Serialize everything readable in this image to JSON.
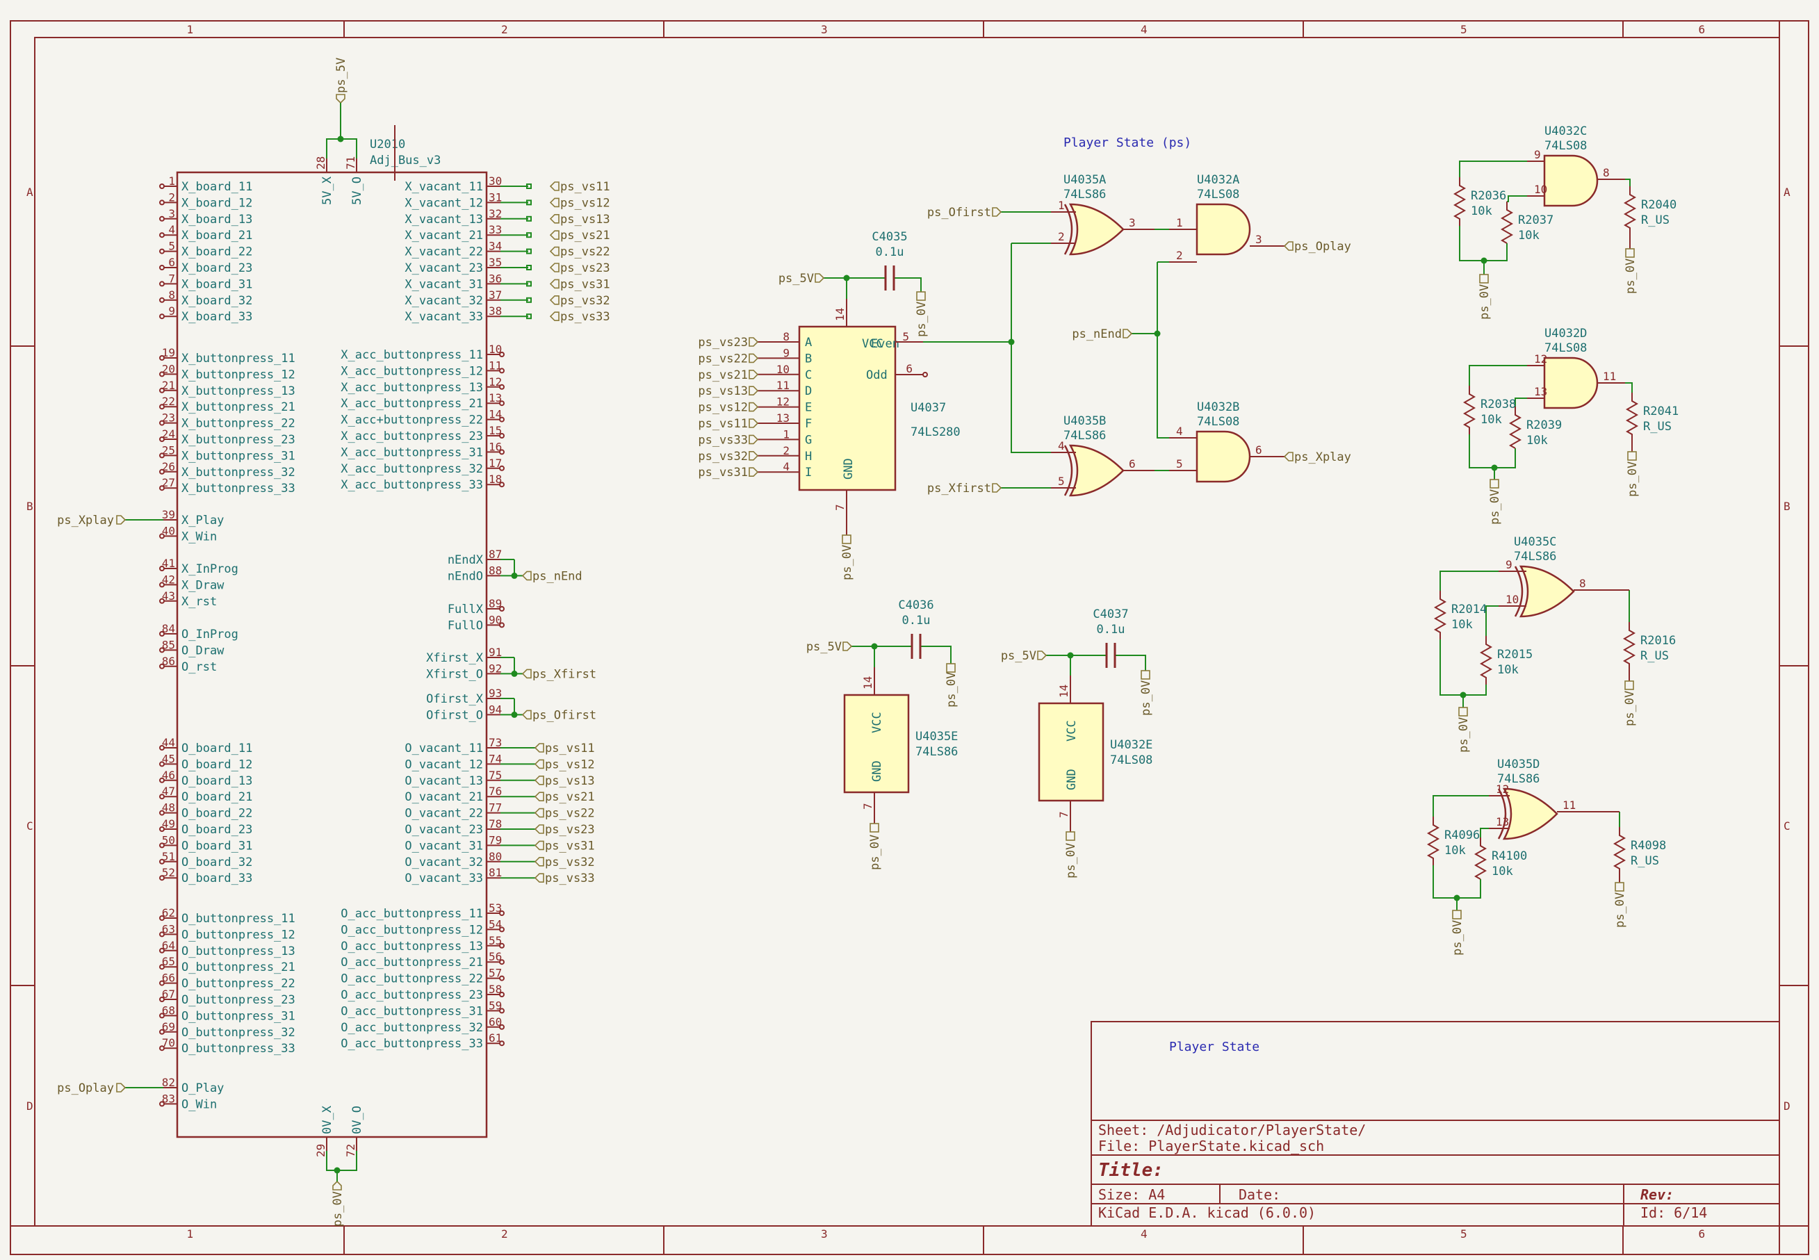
{
  "sheet_note": "Player State (ps)",
  "title_block": {
    "comment": "Player State",
    "sheet": "Sheet: /Adjudicator/PlayerState/",
    "file": "File: PlayerState.kicad_sch",
    "title": "Title:",
    "size": "Size: A4",
    "date": "Date:",
    "rev": "Rev:",
    "tool": "KiCad E.D.A.  kicad (6.0.0)",
    "id": "Id: 6/14"
  },
  "columns": [
    "1",
    "2",
    "3",
    "4",
    "5",
    "6"
  ],
  "rows": [
    "A",
    "B",
    "C",
    "D"
  ],
  "bus": {
    "ref": "U2010",
    "value": "Adj_Bus_v3",
    "top_pins": [
      {
        "name": "5V_X",
        "num": "28"
      },
      {
        "name": "5V_O",
        "num": "71"
      }
    ],
    "bottom_pins": [
      {
        "name": "0V_X",
        "num": "29"
      },
      {
        "name": "0V_O",
        "num": "72"
      }
    ],
    "top_net": "ps_5V",
    "bottom_net": "ps_0V",
    "left_groups": [
      [
        {
          "n": "1",
          "l": "X_board_11"
        },
        {
          "n": "2",
          "l": "X_board_12"
        },
        {
          "n": "3",
          "l": "X_board_13"
        },
        {
          "n": "4",
          "l": "X_board_21"
        },
        {
          "n": "5",
          "l": "X_board_22"
        },
        {
          "n": "6",
          "l": "X_board_23"
        },
        {
          "n": "7",
          "l": "X_board_31"
        },
        {
          "n": "8",
          "l": "X_board_32"
        },
        {
          "n": "9",
          "l": "X_board_33"
        }
      ],
      [
        {
          "n": "19",
          "l": "X_buttonpress_11"
        },
        {
          "n": "20",
          "l": "X_buttonpress_12"
        },
        {
          "n": "21",
          "l": "X_buttonpress_13"
        },
        {
          "n": "22",
          "l": "X_buttonpress_21"
        },
        {
          "n": "23",
          "l": "X_buttonpress_22"
        },
        {
          "n": "24",
          "l": "X_buttonpress_23"
        },
        {
          "n": "25",
          "l": "X_buttonpress_31"
        },
        {
          "n": "26",
          "l": "X_buttonpress_32"
        },
        {
          "n": "27",
          "l": "X_buttonpress_33"
        }
      ],
      [
        {
          "n": "39",
          "l": "X_Play",
          "net": "ps_Xplay"
        },
        {
          "n": "40",
          "l": "X_Win"
        }
      ],
      [
        {
          "n": "41",
          "l": "X_InProg"
        },
        {
          "n": "42",
          "l": "X_Draw"
        },
        {
          "n": "43",
          "l": "X_rst"
        }
      ],
      [
        {
          "n": "84",
          "l": "O_InProg"
        },
        {
          "n": "85",
          "l": "O_Draw"
        },
        {
          "n": "86",
          "l": "O_rst"
        }
      ],
      [
        {
          "n": "44",
          "l": "O_board_11"
        },
        {
          "n": "45",
          "l": "O_board_12"
        },
        {
          "n": "46",
          "l": "O_board_13"
        },
        {
          "n": "47",
          "l": "O_board_21"
        },
        {
          "n": "48",
          "l": "O_board_22"
        },
        {
          "n": "49",
          "l": "O_board_23"
        },
        {
          "n": "50",
          "l": "O_board_31"
        },
        {
          "n": "51",
          "l": "O_board_32"
        },
        {
          "n": "52",
          "l": "O_board_33"
        }
      ],
      [
        {
          "n": "62",
          "l": "O_buttonpress_11"
        },
        {
          "n": "63",
          "l": "O_buttonpress_12"
        },
        {
          "n": "64",
          "l": "O_buttonpress_13"
        },
        {
          "n": "65",
          "l": "O_buttonpress_21"
        },
        {
          "n": "66",
          "l": "O_buttonpress_22"
        },
        {
          "n": "67",
          "l": "O_buttonpress_23"
        },
        {
          "n": "68",
          "l": "O_buttonpress_31"
        },
        {
          "n": "69",
          "l": "O_buttonpress_32"
        },
        {
          "n": "70",
          "l": "O_buttonpress_33"
        }
      ],
      [
        {
          "n": "82",
          "l": "O_Play",
          "net": "ps_Oplay"
        },
        {
          "n": "83",
          "l": "O_Win"
        }
      ]
    ],
    "right_groups": [
      [
        {
          "n": "30",
          "l": "X_vacant_11",
          "net": "ps_vs11"
        },
        {
          "n": "31",
          "l": "X_vacant_12",
          "net": "ps_vs12"
        },
        {
          "n": "32",
          "l": "X_vacant_13",
          "net": "ps_vs13"
        },
        {
          "n": "33",
          "l": "X_vacant_21",
          "net": "ps_vs21"
        },
        {
          "n": "34",
          "l": "X_vacant_22",
          "net": "ps_vs22"
        },
        {
          "n": "35",
          "l": "X_vacant_23",
          "net": "ps_vs23"
        },
        {
          "n": "36",
          "l": "X_vacant_31",
          "net": "ps_vs31"
        },
        {
          "n": "37",
          "l": "X_vacant_32",
          "net": "ps_vs32"
        },
        {
          "n": "38",
          "l": "X_vacant_33",
          "net": "ps_vs33"
        }
      ],
      [
        {
          "n": "10",
          "l": "X_acc_buttonpress_11"
        },
        {
          "n": "11",
          "l": "X_acc_buttonpress_12"
        },
        {
          "n": "12",
          "l": "X_acc_buttonpress_13"
        },
        {
          "n": "13",
          "l": "X_acc_buttonpress_21"
        },
        {
          "n": "14",
          "l": "X_acc+buttonpress_22"
        },
        {
          "n": "15",
          "l": "X_acc_buttonpress_23"
        },
        {
          "n": "16",
          "l": "X_acc_buttonpress_31"
        },
        {
          "n": "17",
          "l": "X_acc_buttonpress_32"
        },
        {
          "n": "18",
          "l": "X_acc_buttonpress_33"
        }
      ],
      [
        {
          "n": "87",
          "l": "nEndX"
        },
        {
          "n": "88",
          "l": "nEndO",
          "net": "ps_nEnd"
        }
      ],
      [
        {
          "n": "89",
          "l": "FullX"
        },
        {
          "n": "90",
          "l": "FullO"
        }
      ],
      [
        {
          "n": "91",
          "l": "Xfirst_X"
        },
        {
          "n": "92",
          "l": "Xfirst_O",
          "net": "ps_Xfirst"
        }
      ],
      [
        {
          "n": "93",
          "l": "Ofirst_X"
        },
        {
          "n": "94",
          "l": "Ofirst_O",
          "net": "ps_Ofirst"
        }
      ],
      [
        {
          "n": "73",
          "l": "O_vacant_11",
          "net": "ps_vs11"
        },
        {
          "n": "74",
          "l": "O_vacant_12",
          "net": "ps_vs12"
        },
        {
          "n": "75",
          "l": "O_vacant_13",
          "net": "ps_vs13"
        },
        {
          "n": "76",
          "l": "O_vacant_21",
          "net": "ps_vs21"
        },
        {
          "n": "77",
          "l": "O_vacant_22",
          "net": "ps_vs22"
        },
        {
          "n": "78",
          "l": "O_vacant_23",
          "net": "ps_vs23"
        },
        {
          "n": "79",
          "l": "O_vacant_31",
          "net": "ps_vs31"
        },
        {
          "n": "80",
          "l": "O_vacant_32",
          "net": "ps_vs32"
        },
        {
          "n": "81",
          "l": "O_vacant_33",
          "net": "ps_vs33"
        }
      ],
      [
        {
          "n": "53",
          "l": "O_acc_buttonpress_11"
        },
        {
          "n": "54",
          "l": "O_acc_buttonpress_12"
        },
        {
          "n": "55",
          "l": "O_acc_buttonpress_13"
        },
        {
          "n": "56",
          "l": "O_acc_buttonpress_21"
        },
        {
          "n": "57",
          "l": "O_acc_buttonpress_22"
        },
        {
          "n": "58",
          "l": "O_acc_buttonpress_23"
        },
        {
          "n": "59",
          "l": "O_acc_buttonpress_31"
        },
        {
          "n": "60",
          "l": "O_acc_buttonpress_32"
        },
        {
          "n": "61",
          "l": "O_acc_buttonpress_33"
        }
      ]
    ]
  },
  "parity": {
    "ref": "U4037",
    "value": "74LS280",
    "inputs": [
      {
        "net": "ps_vs23",
        "n": "8",
        "p": "A"
      },
      {
        "net": "ps_vs22",
        "n": "9",
        "p": "B"
      },
      {
        "net": "ps_vs21",
        "n": "10",
        "p": "C"
      },
      {
        "net": "ps_vs13",
        "n": "11",
        "p": "D"
      },
      {
        "net": "ps_vs12",
        "n": "12",
        "p": "E"
      },
      {
        "net": "ps_vs11",
        "n": "13",
        "p": "F"
      },
      {
        "net": "ps_vs33",
        "n": "1",
        "p": "G"
      },
      {
        "net": "ps_vs32",
        "n": "2",
        "p": "H"
      },
      {
        "net": "ps_vs31",
        "n": "4",
        "p": "I"
      }
    ],
    "vcc_pin": "14",
    "gnd_pin": "7",
    "even_pin": "5",
    "odd_pin": "6",
    "vcc": "VCC",
    "gnd": "GND",
    "even": "Even",
    "odd": "Odd"
  },
  "caps": [
    {
      "ref": "C4035",
      "value": "0.1u"
    },
    {
      "ref": "C4036",
      "value": "0.1u"
    },
    {
      "ref": "C4037",
      "value": "0.1u"
    }
  ],
  "power_units": [
    {
      "ref": "U4035E",
      "value": "74LS86",
      "vcc": "VCC",
      "gnd": "GND",
      "p1": "14",
      "p2": "7"
    },
    {
      "ref": "U4032E",
      "value": "74LS08",
      "vcc": "VCC",
      "gnd": "GND",
      "p1": "14",
      "p2": "7"
    }
  ],
  "gates": [
    {
      "ref": "U4035A",
      "value": "74LS86",
      "in": [
        "1",
        "2"
      ],
      "out": "3"
    },
    {
      "ref": "U4032A",
      "value": "74LS08",
      "in": [
        "1",
        "2"
      ],
      "out": "3"
    },
    {
      "ref": "U4035B",
      "value": "74LS86",
      "in": [
        "4",
        "5"
      ],
      "out": "6"
    },
    {
      "ref": "U4032B",
      "value": "74LS08",
      "in": [
        "4",
        "5"
      ],
      "out": "6"
    },
    {
      "ref": "U4032C",
      "value": "74LS08",
      "in": [
        "9",
        "10"
      ],
      "out": "8"
    },
    {
      "ref": "U4032D",
      "value": "74LS08",
      "in": [
        "12",
        "13"
      ],
      "out": "11"
    },
    {
      "ref": "U4035C",
      "value": "74LS86",
      "in": [
        "9",
        "10"
      ],
      "out": "8"
    },
    {
      "ref": "U4035D",
      "value": "74LS86",
      "in": [
        "12",
        "13"
      ],
      "out": "11"
    }
  ],
  "resistors": [
    {
      "ref": "R2036",
      "value": "10k"
    },
    {
      "ref": "R2037",
      "value": "10k"
    },
    {
      "ref": "R2040",
      "value": "R_US"
    },
    {
      "ref": "R2038",
      "value": "10k"
    },
    {
      "ref": "R2039",
      "value": "10k"
    },
    {
      "ref": "R2041",
      "value": "R_US"
    },
    {
      "ref": "R2014",
      "value": "10k"
    },
    {
      "ref": "R2015",
      "value": "10k"
    },
    {
      "ref": "R2016",
      "value": "R_US"
    },
    {
      "ref": "R4096",
      "value": "10k"
    },
    {
      "ref": "R4100",
      "value": "10k"
    },
    {
      "ref": "R4098",
      "value": "R_US"
    }
  ],
  "nets": {
    "p5v": "ps_5V",
    "p0v": "ps_0V",
    "ofirst": "ps_Ofirst",
    "xfirst": "ps_Xfirst",
    "nend": "ps_nEnd",
    "oplay": "ps_Oplay",
    "xplay": "ps_Xplay"
  }
}
